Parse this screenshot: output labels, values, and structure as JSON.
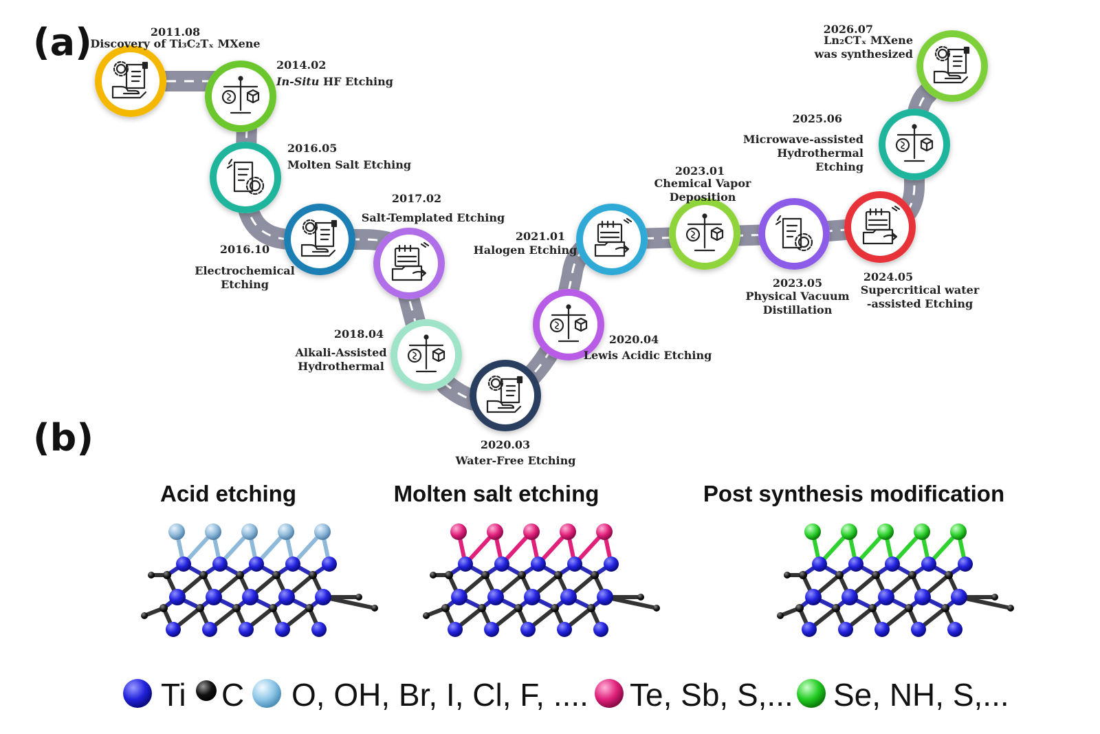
{
  "panel_a_label": "(a)",
  "panel_b_label": "(b)",
  "milestones": [
    {
      "id": "m1",
      "date": "2011.08",
      "lines": [
        "Discovery of Ti₃C₂Tₓ MXene"
      ],
      "ring": "#f5b800",
      "icon": "hand-doc-gear-icon"
    },
    {
      "id": "m2",
      "date": "2014.02",
      "lines": [
        "In-Situ HF Etching"
      ],
      "ring": "#6cc72e",
      "icon": "balance-scale-icon"
    },
    {
      "id": "m3",
      "date": "2016.05",
      "lines": [
        "Molten Salt Etching"
      ],
      "ring": "#1fb59d",
      "icon": "checklist-gear-icon"
    },
    {
      "id": "m4",
      "date": "2016.10",
      "lines": [
        "Electrochemical",
        "Etching"
      ],
      "ring": "#1b7fb3",
      "icon": "hand-doc-gear-icon"
    },
    {
      "id": "m5",
      "date": "2017.02",
      "lines": [
        "Salt-Templated Etching"
      ],
      "ring": "#b06ee8",
      "icon": "calendar-folder-icon"
    },
    {
      "id": "m6",
      "date": "2018.04",
      "lines": [
        "Alkali-Assisted",
        "Hydrothermal"
      ],
      "ring": "#9fe3c8",
      "icon": "balance-scale-icon"
    },
    {
      "id": "m7",
      "date": "2020.03",
      "lines": [
        "Water-Free Etching"
      ],
      "ring": "#2a3f5f",
      "icon": "hand-doc-gear-icon"
    },
    {
      "id": "m8",
      "date": "2020.04",
      "lines": [
        "Lewis Acidic Etching"
      ],
      "ring": "#b85ce8",
      "icon": "balance-scale-icon"
    },
    {
      "id": "m9",
      "date": "2021.01",
      "lines": [
        "Halogen Etching"
      ],
      "ring": "#2fa9d6",
      "icon": "calendar-folder-icon"
    },
    {
      "id": "m10",
      "date": "2023.01",
      "lines": [
        "Chemical Vapor",
        "Deposition"
      ],
      "ring": "#8fd43a",
      "icon": "balance-scale-icon"
    },
    {
      "id": "m11",
      "date": "2023.05",
      "lines": [
        "Physical Vacuum",
        "Distillation"
      ],
      "ring": "#8c5ce8",
      "icon": "checklist-gear-icon"
    },
    {
      "id": "m12",
      "date": "2024.05",
      "lines": [
        "Supercritical water",
        "-assisted Etching"
      ],
      "ring": "#e8323a",
      "icon": "calendar-folder-icon"
    },
    {
      "id": "m13",
      "date": "2025.06",
      "lines": [
        "Microwave-assisted",
        "Hydrothermal",
        "Etching"
      ],
      "ring": "#1fb59d",
      "icon": "balance-scale-icon"
    },
    {
      "id": "m14",
      "date": "2026.07",
      "lines": [
        "Ln₂CTₓ MXene",
        "was synthesized"
      ],
      "ring": "#7ed03a",
      "icon": "hand-doc-gear-icon"
    }
  ],
  "structures": [
    {
      "title": "Acid etching",
      "terminal_color": "#8fb9d8"
    },
    {
      "title": "Molten salt etching",
      "terminal_color": "#e0207a"
    },
    {
      "title": "Post synthesis modification",
      "terminal_color": "#2ed12e"
    }
  ],
  "legend": [
    {
      "label": "Ti",
      "color": "#2222dd"
    },
    {
      "label": "C",
      "color": "#111111"
    },
    {
      "label": "O, OH, Br, I, Cl, F, ....",
      "color": "#8fc7e8"
    },
    {
      "label": "Te, Sb, S,...",
      "color": "#e0207a"
    },
    {
      "label": "Se, NH, S,...",
      "color": "#22cc22"
    }
  ]
}
